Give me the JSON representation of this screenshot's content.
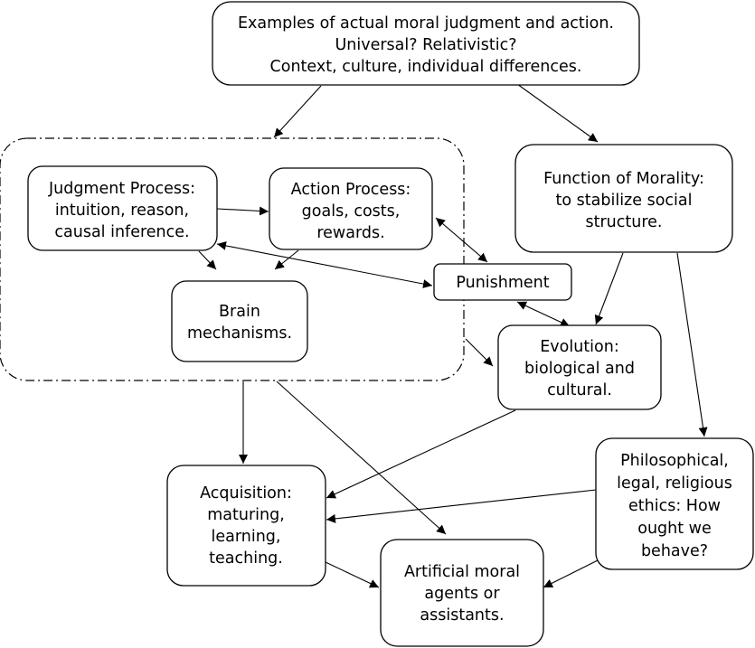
{
  "nodes": {
    "examples": [
      "Examples of actual moral judgment and action.",
      "Universal? Relativistic?",
      "Context, culture, individual differences."
    ],
    "judgment": [
      "Judgment Process:",
      "intuition, reason,",
      "causal inference."
    ],
    "action": [
      "Action Process:",
      "goals, costs,",
      "rewards."
    ],
    "brain": [
      "Brain",
      "mechanisms."
    ],
    "function": [
      "Function of Morality:",
      "to stabilize social",
      "structure."
    ],
    "punishment": [
      "Punishment"
    ],
    "evolution": [
      "Evolution:",
      "biological and",
      "cultural."
    ],
    "philosophical": [
      "Philosophical,",
      "legal, religious",
      "ethics: How",
      "ought we",
      "behave?"
    ],
    "acquisition": [
      "Acquisition:",
      "maturing,",
      "learning,",
      "teaching."
    ],
    "artificial": [
      "Artificial moral",
      "agents or",
      "assistants."
    ]
  },
  "edges": [
    {
      "from": "examples",
      "to": "judgment-action-group",
      "direction": "forward"
    },
    {
      "from": "examples",
      "to": "function",
      "direction": "forward"
    },
    {
      "from": "judgment",
      "to": "action",
      "direction": "forward"
    },
    {
      "from": "judgment",
      "to": "brain",
      "direction": "forward"
    },
    {
      "from": "action",
      "to": "brain",
      "direction": "forward"
    },
    {
      "from": "judgment",
      "to": "punishment",
      "direction": "both"
    },
    {
      "from": "action",
      "to": "punishment",
      "direction": "both"
    },
    {
      "from": "punishment",
      "to": "evolution",
      "direction": "both"
    },
    {
      "from": "function",
      "to": "evolution",
      "direction": "forward"
    },
    {
      "from": "function",
      "to": "philosophical",
      "direction": "forward"
    },
    {
      "from": "judgment-action-group",
      "to": "evolution",
      "direction": "forward"
    },
    {
      "from": "judgment-action-group",
      "to": "acquisition",
      "direction": "forward"
    },
    {
      "from": "judgment-action-group",
      "to": "artificial",
      "direction": "forward"
    },
    {
      "from": "evolution",
      "to": "acquisition",
      "direction": "forward"
    },
    {
      "from": "philosophical",
      "to": "acquisition",
      "direction": "forward"
    },
    {
      "from": "philosophical",
      "to": "artificial",
      "direction": "forward"
    },
    {
      "from": "acquisition",
      "to": "artificial",
      "direction": "forward"
    }
  ]
}
